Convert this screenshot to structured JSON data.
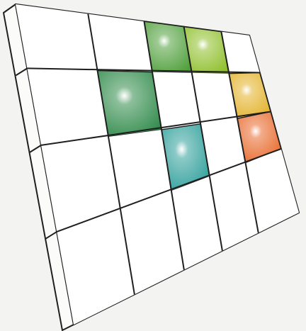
{
  "grid": {
    "rows": 4,
    "cols": 5
  },
  "tiles": [
    {
      "row": 0,
      "col": 2,
      "color": "#4f9f3a"
    },
    {
      "row": 0,
      "col": 3,
      "color": "#8fbf2a"
    },
    {
      "row": 1,
      "col": 1,
      "color": "#2f8a4a"
    },
    {
      "row": 1,
      "col": 4,
      "color": "#e3b22a"
    },
    {
      "row": 2,
      "col": 2,
      "color": "#2d9e9a"
    },
    {
      "row": 2,
      "col": 4,
      "color": "#e8682a"
    }
  ],
  "colors": {
    "line": "#1f1f1f",
    "cell": "#ffffff",
    "background": "#f3f3f1"
  }
}
